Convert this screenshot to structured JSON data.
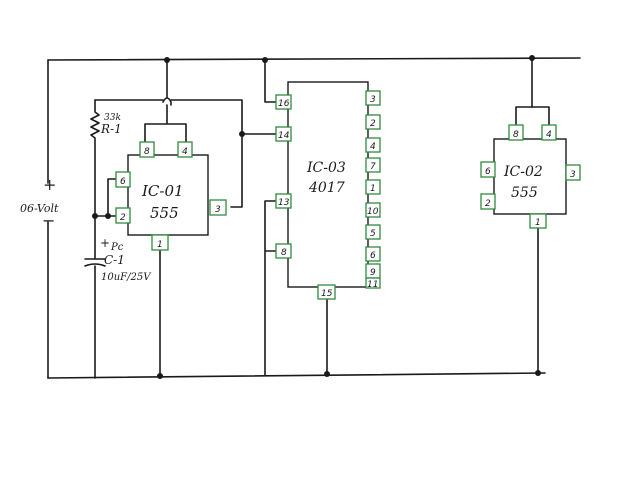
{
  "ic01": {
    "name": "IC-01",
    "part": "555",
    "pins": {
      "p8": "8",
      "p4": "4",
      "p6": "6",
      "p2": "2",
      "p3": "3",
      "p1": "1"
    }
  },
  "ic03": {
    "name": "IC-03",
    "part": "4017",
    "pins": {
      "p16": "16",
      "p14": "14",
      "p13": "13",
      "p8": "8",
      "p15": "15",
      "r3": "3",
      "r2": "2",
      "r4": "4",
      "r7": "7",
      "r1": "1",
      "r10": "10",
      "r5": "5",
      "r6": "6",
      "r9": "9",
      "r11": "11"
    }
  },
  "ic02": {
    "name": "IC-02",
    "part": "555",
    "pins": {
      "p8": "8",
      "p4": "4",
      "p6": "6",
      "p3": "3",
      "p2": "2",
      "p1": "1"
    }
  },
  "battery": {
    "plus": "+",
    "minus": "−",
    "label": "06-Volt"
  },
  "resistor": {
    "value": "33k",
    "ref": "R-1"
  },
  "capacitor": {
    "plus": "+",
    "type": "Pc",
    "ref": "C-1",
    "value": "10uF/25V"
  }
}
